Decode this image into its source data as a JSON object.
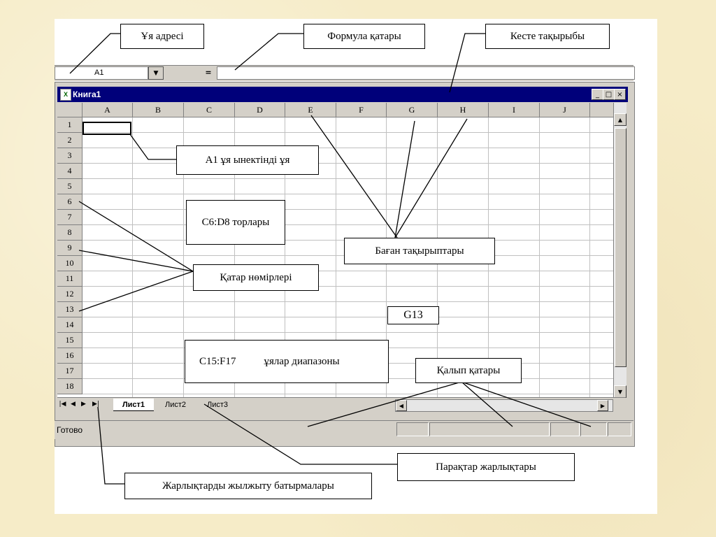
{
  "labels": {
    "cell_address": "Ұя адресі",
    "formula_bar": "Формула қатары",
    "table_title": "Кесте тақырыбы",
    "active_cell": "А1 ұя ынектінді ұя",
    "range_c6_d8": "С6:D8 торлары",
    "column_headers": "Баған тақырыптары",
    "row_numbers": "Қатар нөмірлері",
    "cell_g13": "G13",
    "range_c15_f17_a": "С15:F17",
    "range_c15_f17_b": "ұялар диапазоны",
    "status_row": "Қалып қатары",
    "sheet_tabs": "Парақтар жарлықтары",
    "tab_scroll_buttons": "Жарлықтарды жылжыту батырмалары"
  },
  "excel": {
    "name_box_value": "A1",
    "dropdown_arrow": "▼",
    "equals_button": "=",
    "window_title": "Книга1",
    "columns": [
      "A",
      "B",
      "C",
      "D",
      "E",
      "F",
      "G",
      "H",
      "I",
      "J"
    ],
    "rows": [
      "1",
      "2",
      "3",
      "4",
      "5",
      "6",
      "7",
      "8",
      "9",
      "10",
      "11",
      "12",
      "13",
      "14",
      "15",
      "16",
      "17",
      "18"
    ],
    "sheets": [
      "Лист1",
      "Лист2",
      "Лист3"
    ],
    "status_text": "Готово",
    "nav_first": "|◀",
    "nav_prev": "◀",
    "nav_next": "▶",
    "nav_last": "▶|",
    "minimize": "_",
    "restore": "□",
    "close": "×",
    "scroll_up": "▲",
    "scroll_down": "▼",
    "scroll_left": "◀",
    "scroll_right": "▶"
  }
}
